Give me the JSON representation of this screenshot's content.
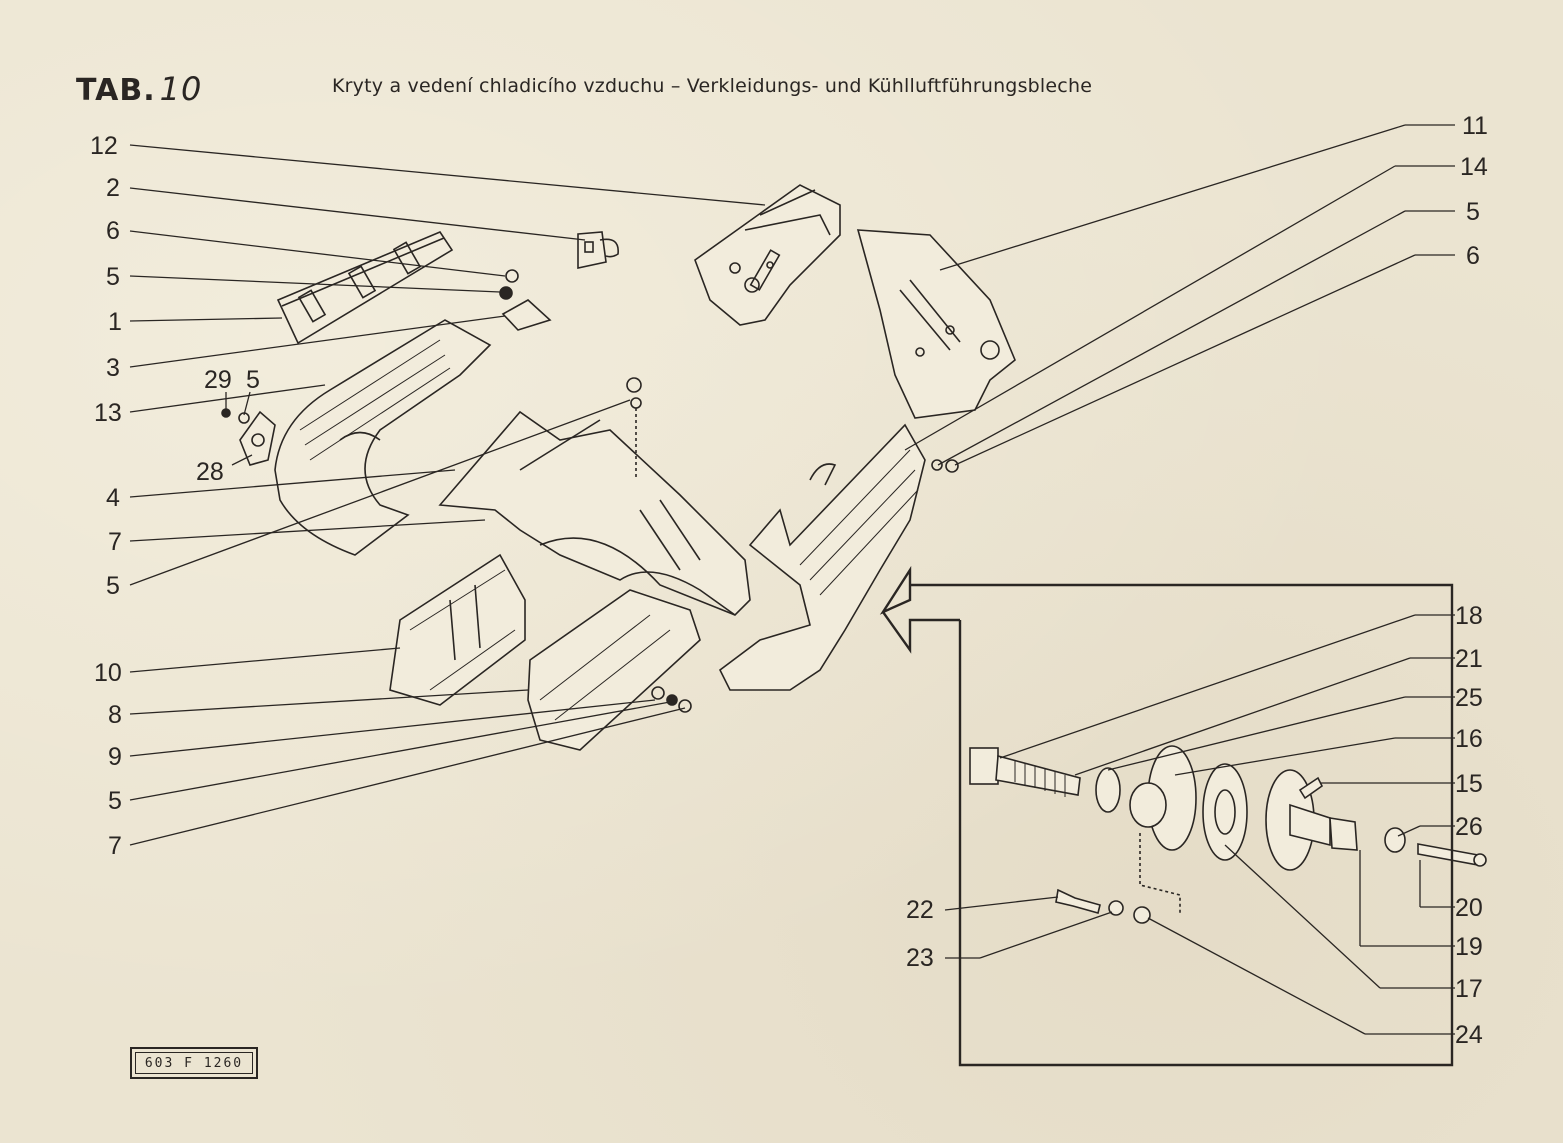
{
  "header": {
    "tab_prefix": "TAB.",
    "tab_number": "10",
    "title": "Kryty a vedení chladicího vzduchu – Verkleidungs- und Kühlluftführungsbleche"
  },
  "callouts": {
    "left": [
      "12",
      "2",
      "6",
      "5",
      "1",
      "3",
      "13",
      "4",
      "7",
      "5",
      "10",
      "8",
      "9",
      "5",
      "7"
    ],
    "cluster_left": [
      "29",
      "5",
      "28"
    ],
    "right_top": [
      "11",
      "14",
      "5",
      "6"
    ],
    "right_bottom": [
      "18",
      "21",
      "25",
      "16",
      "15",
      "26",
      "20",
      "19",
      "17",
      "24"
    ],
    "inset_left": [
      "22",
      "23"
    ]
  },
  "footer": {
    "drawing_code": "603 F 1260"
  }
}
